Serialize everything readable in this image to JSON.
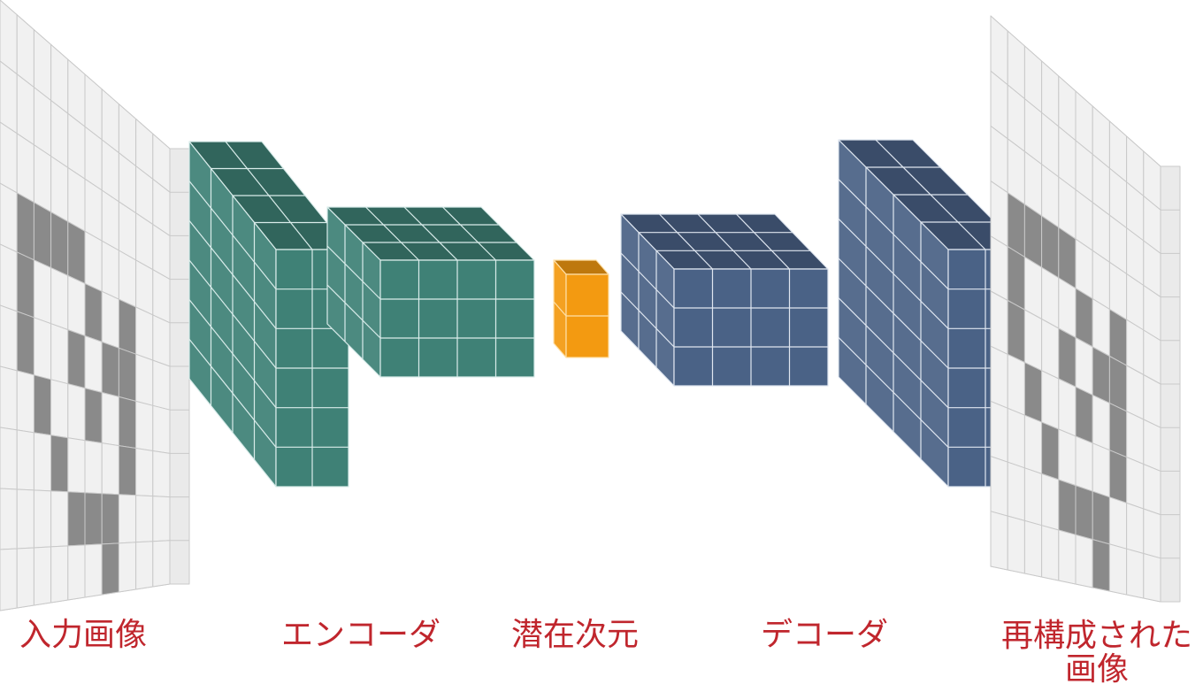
{
  "diagram": {
    "stages": [
      {
        "id": "input-image",
        "label": "入力画像",
        "color": "#f1f1f1"
      },
      {
        "id": "encoder",
        "label": "エンコーダ",
        "color": "#3f8176"
      },
      {
        "id": "latent",
        "label": "潜在次元",
        "color": "#f39a11"
      },
      {
        "id": "decoder",
        "label": "デコーダ",
        "color": "#4a6286"
      },
      {
        "id": "reconstructed-image",
        "label_lines": [
          "再構成された",
          "画像"
        ],
        "color": "#f1f1f1"
      }
    ],
    "pixel_fill_color": "#8a8a8a"
  }
}
